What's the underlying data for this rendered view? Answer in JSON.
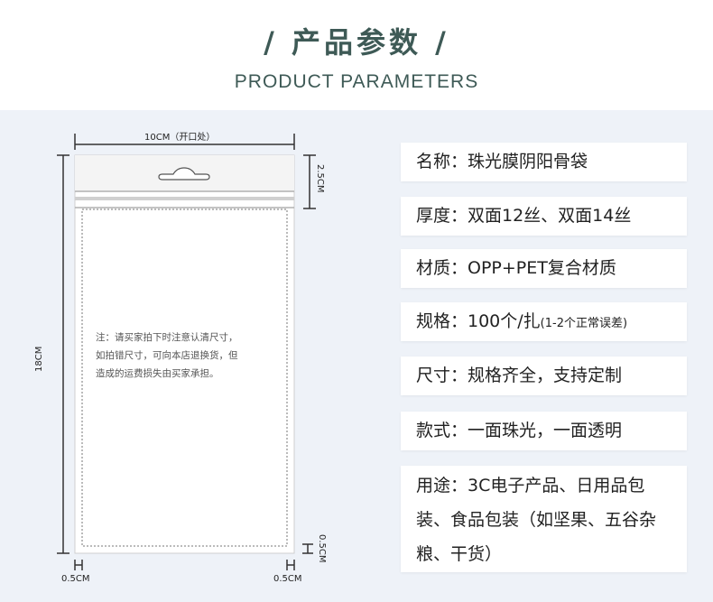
{
  "header": {
    "title_cn": "产品参数",
    "slash_left": "/",
    "slash_right": "/",
    "title_en": "PRODUCT PARAMETERS"
  },
  "diagram": {
    "width_label": "10CM（开口处）",
    "height_label": "18CM",
    "top_label": "2.5CM",
    "side_label": "0.5CM",
    "bottom_left_label": "0.5CM",
    "bottom_right_label": "0.5CM",
    "note_lines": [
      "注：请买家拍下时注意认清尺寸，",
      "如拍错尺寸，可向本店退换货，但",
      "造成的运费损失由买家承担。"
    ]
  },
  "params": [
    {
      "text": "名称：珠光膜阴阳骨袋"
    },
    {
      "text": "厚度：双面12丝、双面14丝"
    },
    {
      "text": "材质：OPP+PET复合材质"
    },
    {
      "text": "规格：100个/扎",
      "suffix": "(1-2个正常误差)"
    },
    {
      "text": "尺寸：规格齐全，支持定制"
    },
    {
      "text": "款式：一面珠光，一面透明"
    },
    {
      "text": "用途：3C电子产品、日用品包装、食品包装（如坚果、五谷杂粮、干货）"
    }
  ],
  "colors": {
    "title": "#3e5a56",
    "panel_bg": "#eef2f8",
    "card_bg": "#ffffff"
  }
}
